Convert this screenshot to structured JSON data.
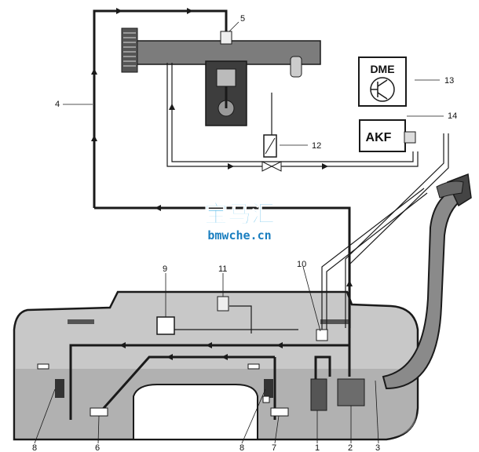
{
  "diagram": {
    "boxes": {
      "dme": "DME",
      "akf": "AKF"
    },
    "callouts": {
      "c1": "1",
      "c2": "2",
      "c3": "3",
      "c4": "4",
      "c5": "5",
      "c6": "6",
      "c7": "7",
      "c8a": "8",
      "c8b": "8",
      "c9": "9",
      "c10": "10",
      "c11": "11",
      "c12": "12",
      "c13": "13",
      "c14": "14"
    }
  },
  "watermark": {
    "brand": "宝马汇",
    "site": "bmwche.cn"
  },
  "colors": {
    "line": "#1a1a1a",
    "engine": "#3a3a3a",
    "rail": "#7a7a7a",
    "tank_fill": "#c8c8c8",
    "tank_lower": "#9a9a9a",
    "watermark": "#1fa3e0"
  }
}
